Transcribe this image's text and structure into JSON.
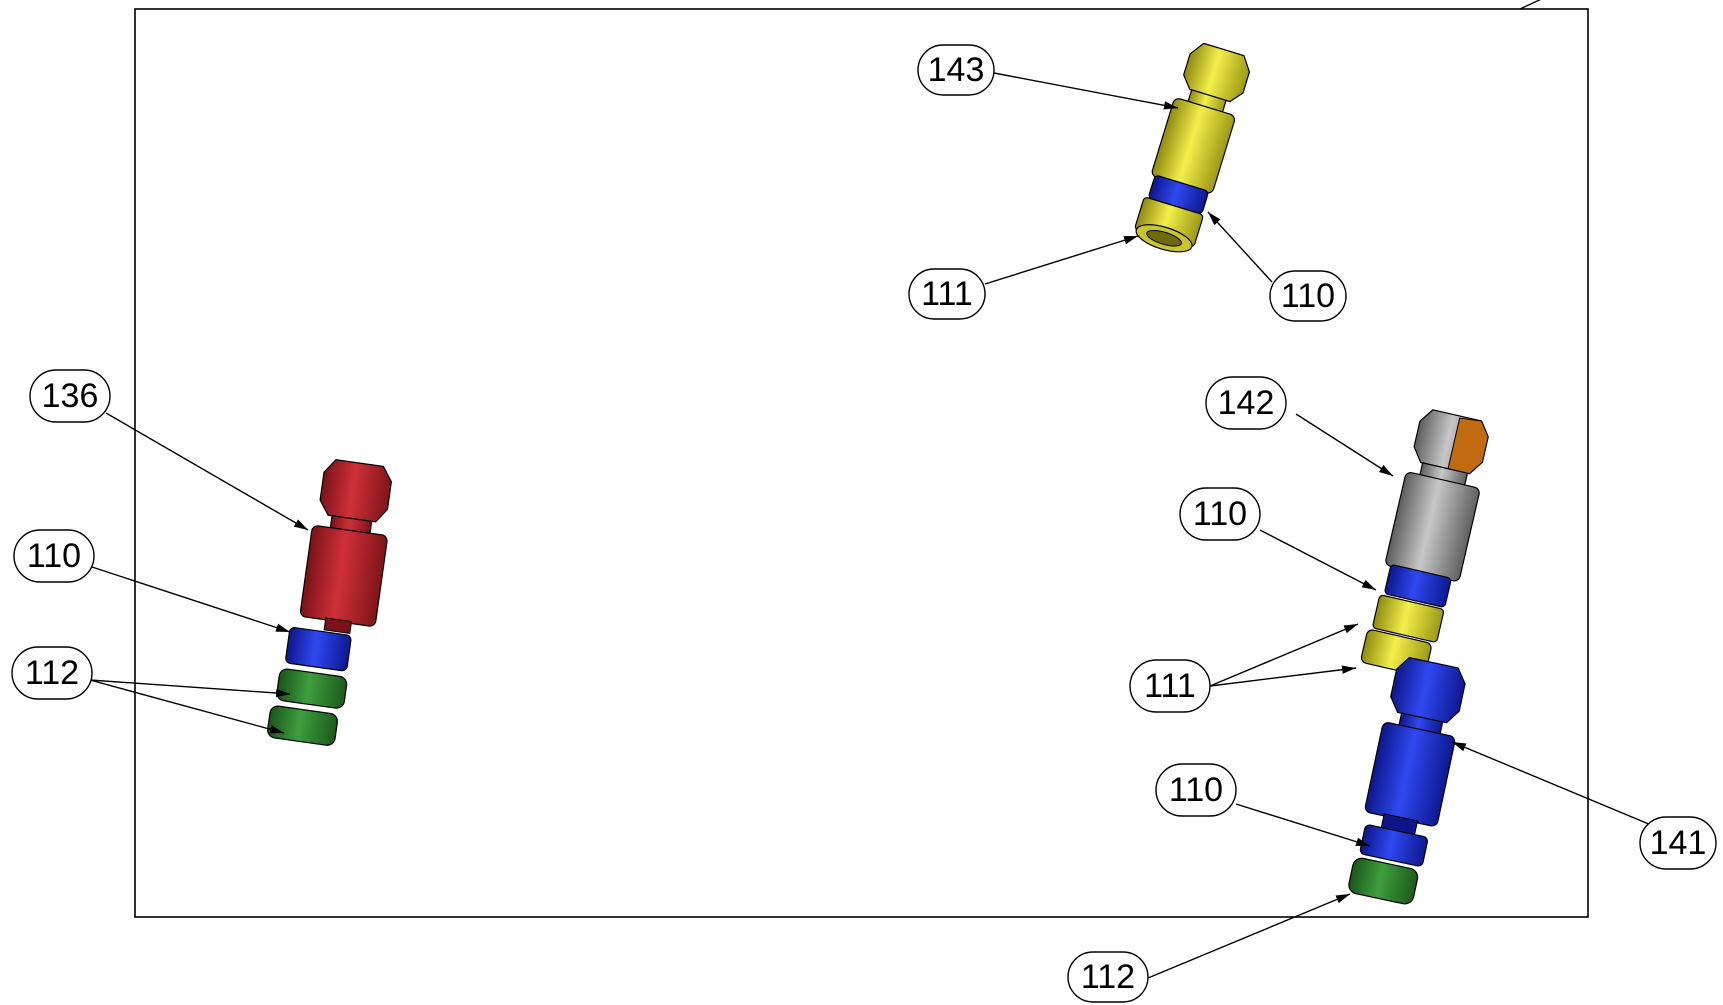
{
  "balloons": {
    "b143": "143",
    "b111_top": "111",
    "b110_top": "110",
    "b136": "136",
    "b110_left": "110",
    "b112_left": "112",
    "b142": "142",
    "b110_right": "110",
    "b111_right": "111",
    "b110_lower": "110",
    "b141": "141",
    "b112_lower": "112"
  },
  "colors": {
    "fitting_143": "#e3df2a",
    "fitting_136": "#b8232a",
    "fitting_142": "#9a9a9a",
    "fitting_142_nut_accent": "#c26a10",
    "fitting_141": "#1a2fd6",
    "ferrule_110": "#1a2fd6",
    "nut_111": "#e3df2a",
    "clip_112": "#2f8a2f",
    "frame": "#000000"
  }
}
